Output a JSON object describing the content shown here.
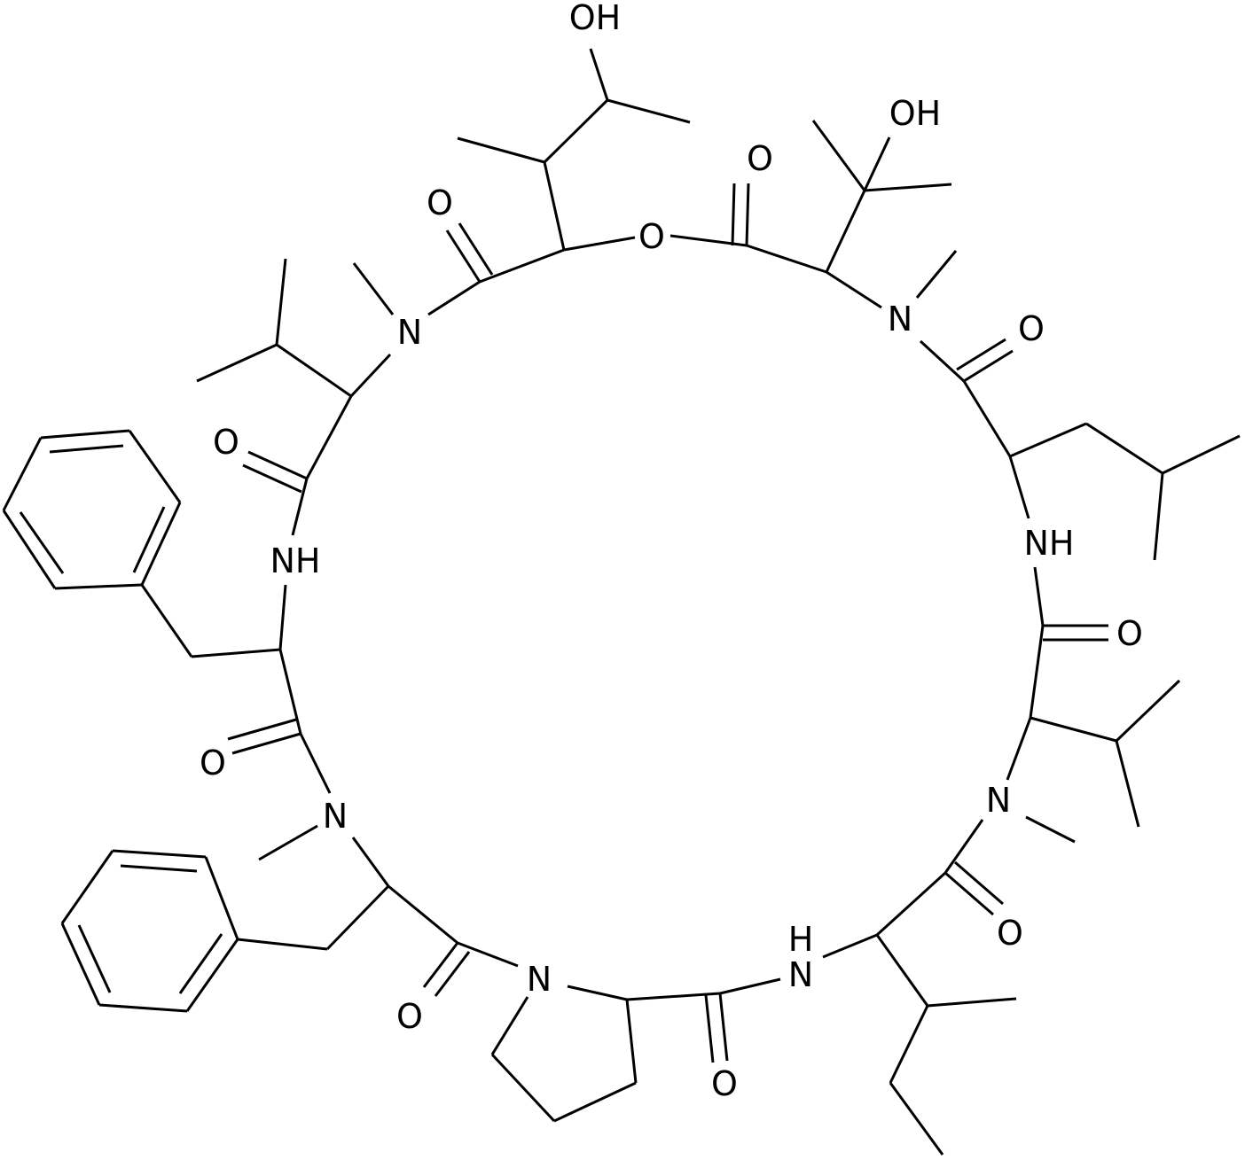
{
  "diagram": {
    "type": "chemical-structure",
    "colors": {
      "bond": "#000000",
      "text": "#000000",
      "background": "#ffffff"
    },
    "labels": {
      "oh_top": "OH",
      "oh_right": "OH",
      "o_ester_carbonyl": "O",
      "o_ring": "O",
      "o_carbonyl_1": "O",
      "o_carbonyl_2": "O",
      "o_carbonyl_3": "O",
      "o_carbonyl_4": "O",
      "o_carbonyl_5": "O",
      "o_carbonyl_6": "O",
      "o_carbonyl_7": "O",
      "o_carbonyl_8": "O",
      "n_methyl_1": "N",
      "n_methyl_2": "N",
      "n_methyl_3": "N",
      "n_methyl_4": "N",
      "n_proline": "N",
      "nh_1": "NH",
      "nh_2": "NH",
      "nh_3_h": "H",
      "nh_3_n": "N"
    }
  }
}
